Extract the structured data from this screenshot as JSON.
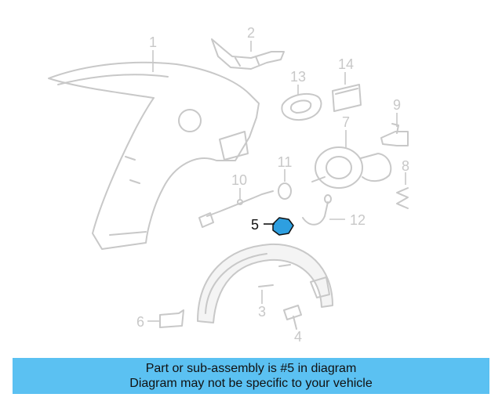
{
  "diagram": {
    "callouts": {
      "c1": "1",
      "c2": "2",
      "c3": "3",
      "c4": "4",
      "c5": "5",
      "c6": "6",
      "c7": "7",
      "c8": "8",
      "c9": "9",
      "c10": "10",
      "c11": "11",
      "c12": "12",
      "c13": "13",
      "c14": "14"
    },
    "highlight_color": "#2e9fe0",
    "line_color": "#c8c8c8"
  },
  "banner": {
    "line1": "Part or sub-assembly is #5 in diagram",
    "line2": "Diagram may not be specific to your vehicle",
    "background": "#5bc1f2"
  }
}
